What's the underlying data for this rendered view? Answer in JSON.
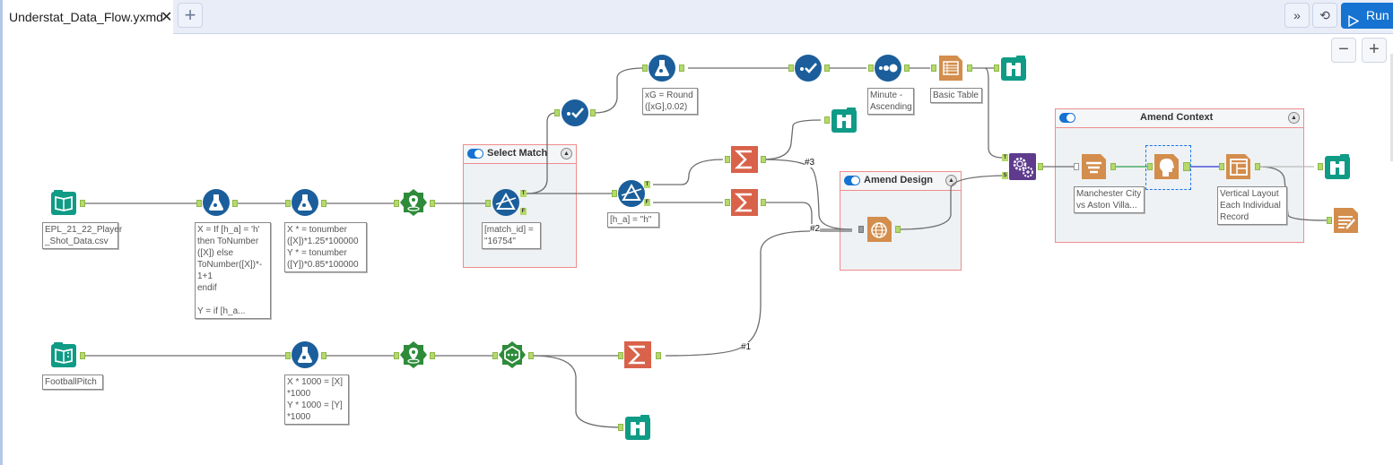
{
  "tabs": [
    {
      "label": "Understat_Data_Flow.yxmd",
      "active": true
    }
  ],
  "tabbar": {
    "close_glyph": "✕",
    "add_glyph": "+"
  },
  "toolbar": {
    "expand_glyph": "»",
    "history_glyph": "⟲",
    "run_label": "Run",
    "run_glyph": "▷",
    "zoom_out_glyph": "−",
    "zoom_in_glyph": "+"
  },
  "colors": {
    "accent": "#1673d1",
    "container_border": "#f08c8c",
    "connector": "#b5d96a",
    "prep_blue": "#1b5e9b",
    "input_teal": "#0f9b86",
    "spatial_green": "#2e8b3a",
    "summarize_red": "#d9624a",
    "report_orange": "#d38d4c",
    "macro_purple": "#5e3b8c"
  },
  "containers": {
    "select_match": {
      "title": "Select Match"
    },
    "amend_design": {
      "title": "Amend Design"
    },
    "amend_context": {
      "title": "Amend Context"
    }
  },
  "annotations": {
    "input1": "EPL_21_22_Player\n_Shot_Data.csv",
    "formula1": "X = If [h_a] = 'h'\nthen ToNumber\n([X]) else\nToNumber([X])*-\n1+1\nendif\n\nY = if [h_a...",
    "formula2": "X * = tonumber\n([X])*1.25*100000\nY * = tonumber\n([Y])*0.85*100000",
    "filter1": "[match_id] =\n\"16754\"",
    "filter2": "[h_a] = \"h\"",
    "formula3": "xG = Round\n([xG],0.02)",
    "sort": "Minute -\nAscending",
    "table": "Basic Table",
    "text_tool": "Manchester City\nvs Aston Villa...",
    "layout": "Vertical Layout\nEach Individual\nRecord",
    "input2": "FootballPitch",
    "formula4": "X * 1000 = [X]\n*1000\nY * 1000 = [Y]\n*1000"
  },
  "wire_labels": {
    "w1": "#1",
    "w2": "#2",
    "w3": "#3"
  },
  "port_labels": {
    "true": "T",
    "false": "F",
    "source": "S"
  }
}
